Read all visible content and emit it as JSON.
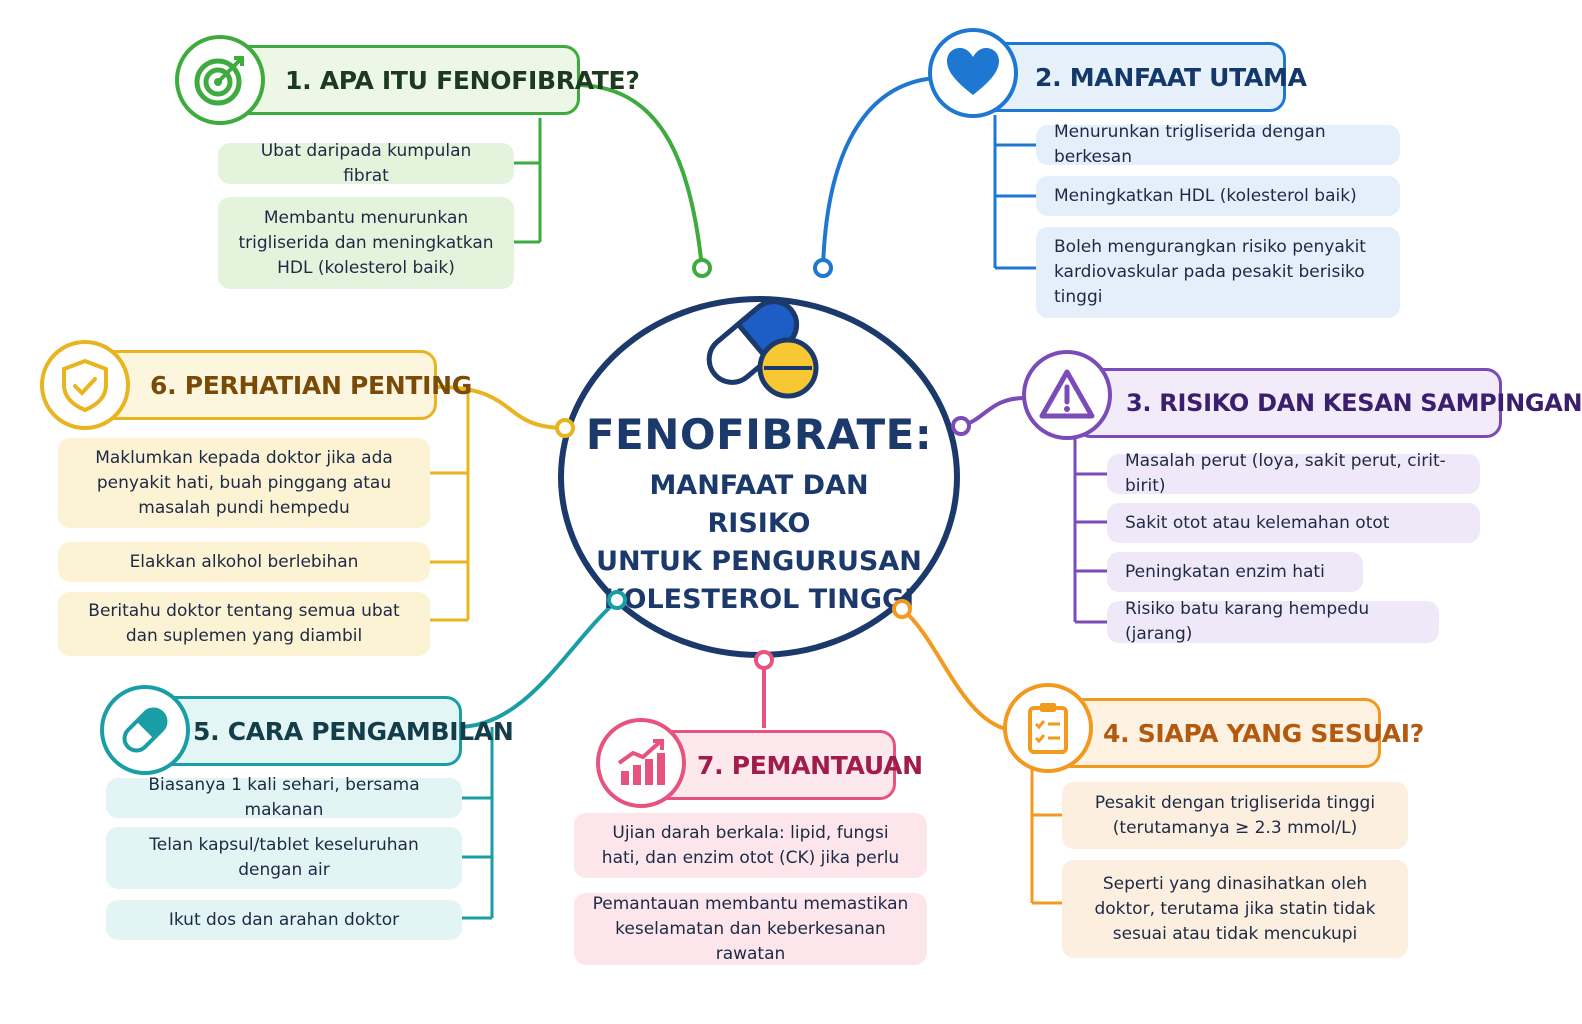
{
  "hub": {
    "title": "FENOFIBRATE:",
    "subtitle_lines": [
      "MANFAAT DAN RISIKO",
      "UNTUK PENGURUSAN",
      "KOLESTEROL TINGGI"
    ],
    "color": "#1b3a6b"
  },
  "sections": {
    "s1": {
      "title": "1. APA ITU FENOFIBRATE?",
      "icon": "target-icon",
      "color": "#3dab3d",
      "items": [
        "Ubat daripada kumpulan fibrat",
        "Membantu menurunkan trigliserida dan meningkatkan HDL (kolesterol baik)"
      ]
    },
    "s2": {
      "title": "2. MANFAAT UTAMA",
      "icon": "heart-icon",
      "color": "#1e78d2",
      "items": [
        "Menurunkan trigliserida dengan berkesan",
        "Meningkatkan HDL (kolesterol baik)",
        "Boleh mengurangkan risiko penyakit kardiovaskular pada pesakit berisiko tinggi"
      ]
    },
    "s3": {
      "title": "3. RISIKO DAN KESAN SAMPINGAN",
      "icon": "warning-icon",
      "color": "#7b4bb8",
      "items": [
        "Masalah perut (loya, sakit perut, cirit-birit)",
        "Sakit otot atau kelemahan otot",
        "Peningkatan enzim hati",
        "Risiko batu karang hempedu (jarang)"
      ]
    },
    "s4": {
      "title": "4. SIAPA YANG SESUAI?",
      "icon": "clipboard-icon",
      "color": "#f29a1f",
      "items": [
        "Pesakit dengan trigliserida tinggi (terutamanya ≥ 2.3 mmol/L)",
        "Seperti yang dinasihatkan oleh doktor, terutama jika statin tidak sesuai atau tidak mencukupi"
      ]
    },
    "s5": {
      "title": "5. CARA PENGAMBILAN",
      "icon": "capsule-icon",
      "color": "#1a9ea6",
      "items": [
        "Biasanya 1 kali sehari, bersama makanan",
        "Telan kapsul/tablet keseluruhan dengan air",
        "Ikut dos dan arahan doktor"
      ]
    },
    "s6": {
      "title": "6. PERHATIAN PENTING",
      "icon": "shield-check-icon",
      "color": "#e8b420",
      "items": [
        "Maklumkan kepada doktor jika ada penyakit hati, buah pinggang atau masalah pundi hempedu",
        "Elakkan alkohol berlebihan",
        "Beritahu doktor tentang semua ubat dan suplemen yang diambil"
      ]
    },
    "s7": {
      "title": "7. PEMANTAUAN",
      "icon": "chart-up-icon",
      "color": "#e8527e",
      "items": [
        "Ujian darah berkala: lipid, fungsi hati, dan enzim otot (CK) jika perlu",
        "Pemantauan membantu memastikan keselamatan dan keberkesanan rawatan"
      ]
    }
  }
}
